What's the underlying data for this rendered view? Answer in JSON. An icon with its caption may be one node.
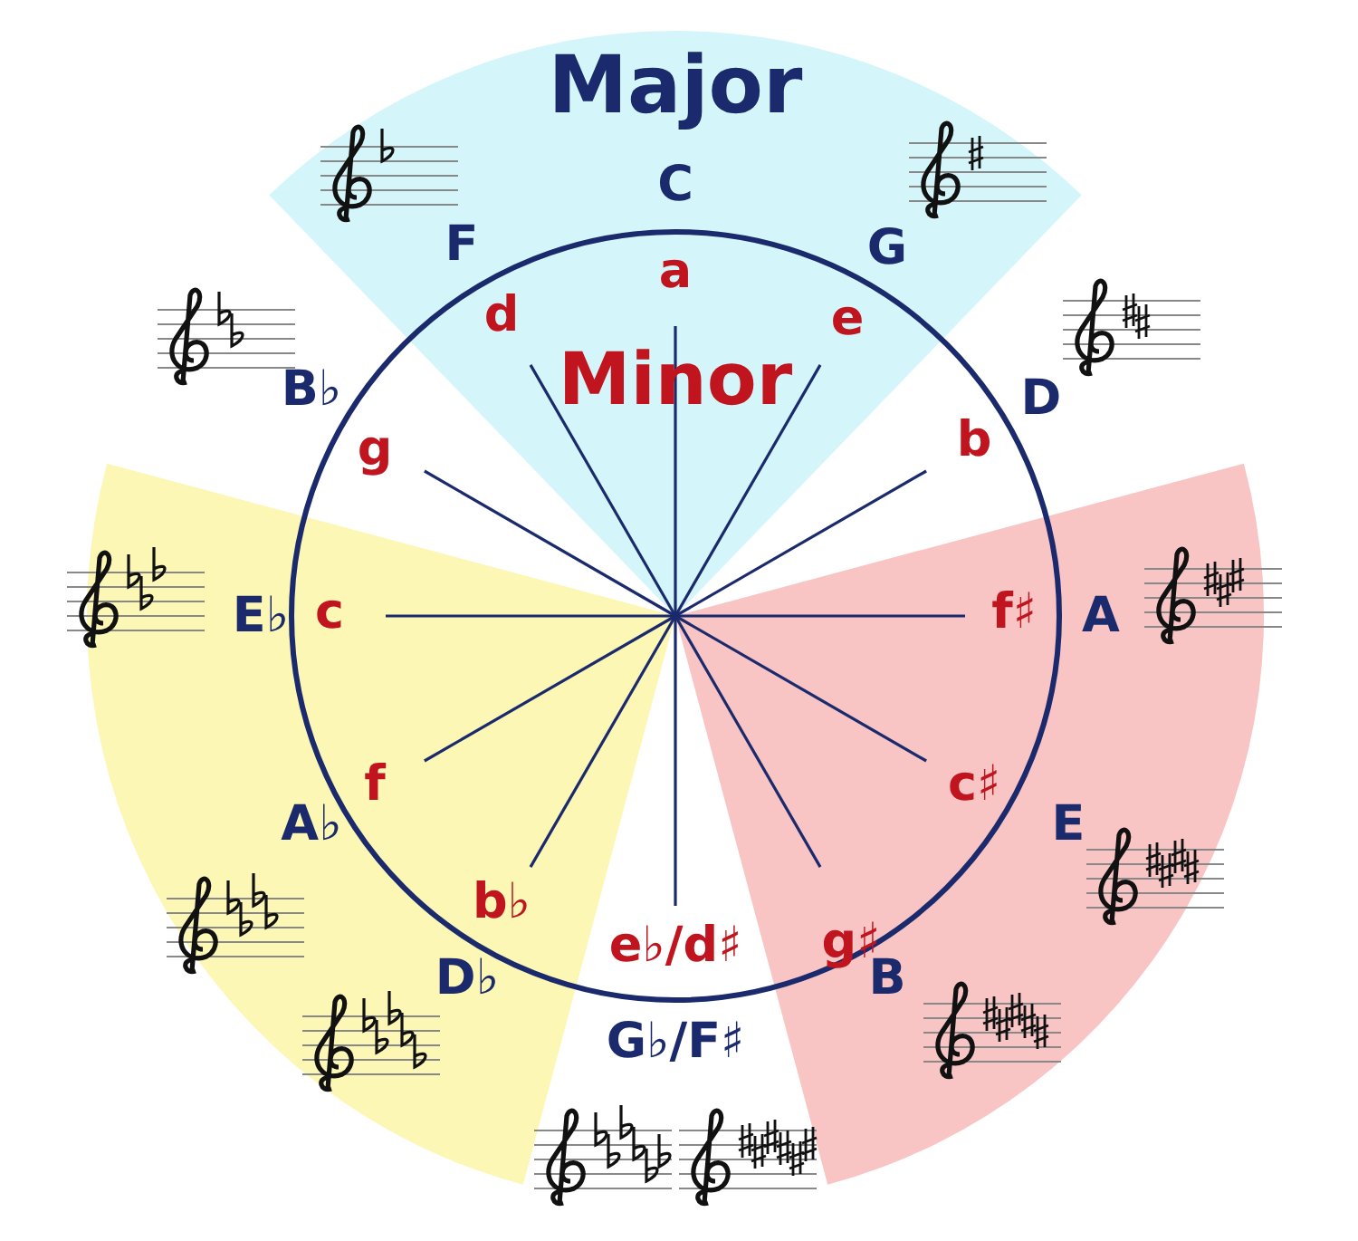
{
  "diagram": {
    "labels": [
      "Major",
      "C",
      "F",
      "G",
      "a",
      "d",
      "e",
      "Minor",
      "B♭",
      "D",
      "b",
      "g",
      "E♭",
      "c",
      "f♯",
      "A",
      "f",
      "c♯",
      "A♭",
      "E",
      "b♭",
      "e♭/d♯",
      "g♯",
      "D♭",
      "B",
      "G♭/F♯"
    ]
  }
}
